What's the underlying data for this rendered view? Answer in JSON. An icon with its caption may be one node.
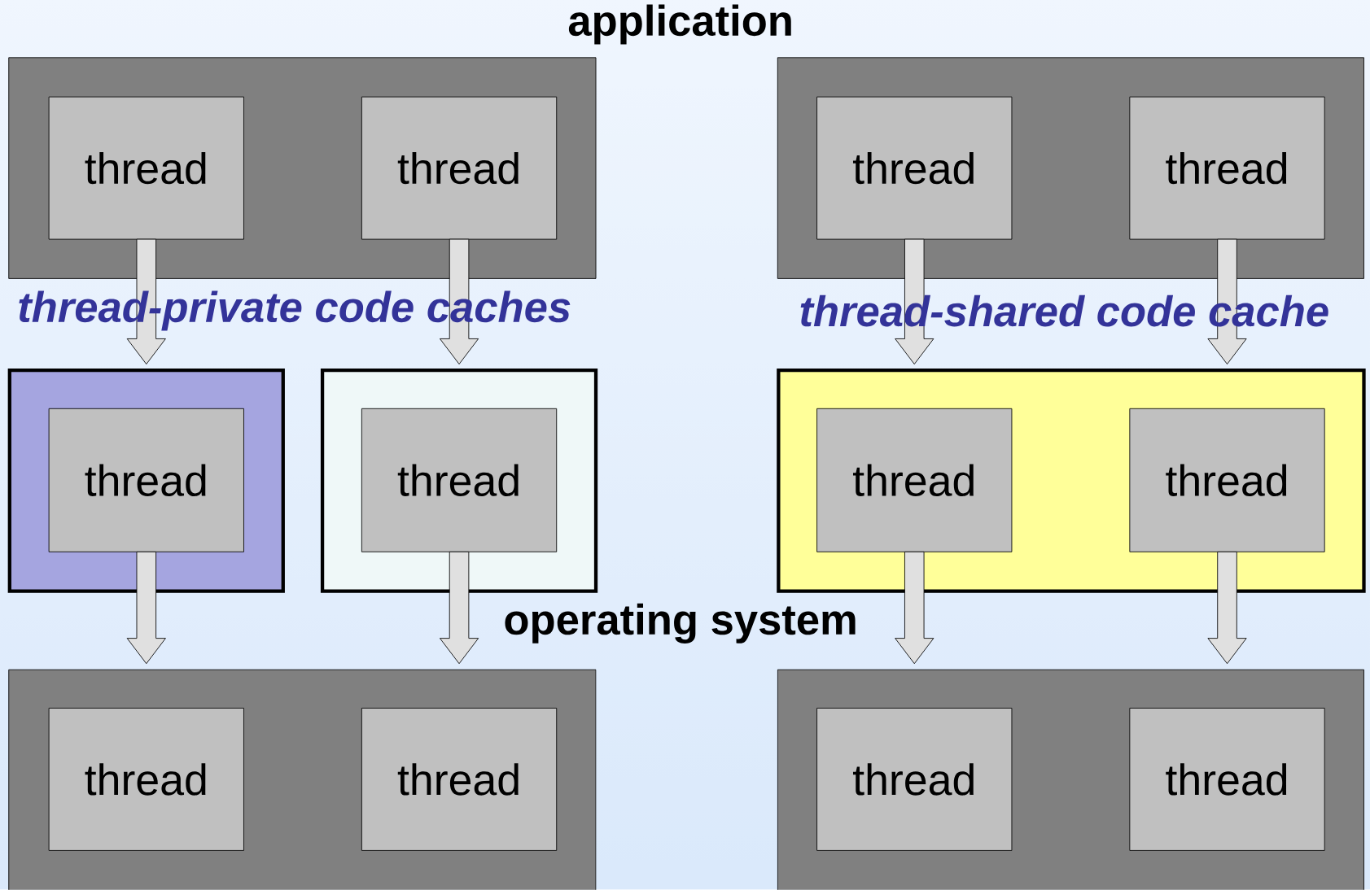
{
  "diagram": {
    "nodes": [
      {
        "text": [],
        "shape": "box"
      },
      {
        "text": [
          "thread"
        ],
        "in": 0
      },
      {
        "text": [
          "thread"
        ],
        "in": 0
      },
      {
        "text": [],
        "shape": "box"
      },
      {
        "text": [
          "thread"
        ],
        "in": 3
      },
      {
        "text": [
          "thread"
        ],
        "in": 3
      },
      {
        "text": [],
        "shape": "box"
      },
      {
        "text": [
          "thread"
        ],
        "in": 6
      },
      {
        "text": [],
        "shape": "box"
      },
      {
        "text": [
          "thread"
        ],
        "in": 8
      },
      {
        "text": [],
        "shape": "box"
      },
      {
        "text": [
          "thread"
        ],
        "in": 10
      },
      {
        "text": [
          "thread"
        ],
        "in": 10
      },
      {
        "text": [],
        "shape": "box"
      },
      {
        "text": [
          "thread"
        ],
        "in": 13
      },
      {
        "text": [
          "thread"
        ],
        "in": 13
      },
      {
        "text": [],
        "shape": "box"
      },
      {
        "text": [
          "thread"
        ],
        "in": 16
      },
      {
        "text": [
          "thread"
        ],
        "in": 16
      }
    ],
    "edges": [
      {
        "from": 1,
        "to": 6,
        "arrow": "to"
      },
      {
        "from": 2,
        "to": 8,
        "arrow": "to"
      },
      {
        "from": 4,
        "to": 10,
        "arrow": "to"
      },
      {
        "from": 5,
        "to": 10,
        "arrow": "to"
      },
      {
        "from": 7,
        "to": 13,
        "arrow": "to"
      },
      {
        "from": 9,
        "to": 13,
        "arrow": "to"
      },
      {
        "from": 11,
        "to": 16,
        "arrow": "to"
      },
      {
        "from": 12,
        "to": 16,
        "arrow": "to"
      }
    ],
    "labels": [
      "application",
      "thread-private code caches",
      "thread-shared code cache",
      "operating system"
    ]
  }
}
